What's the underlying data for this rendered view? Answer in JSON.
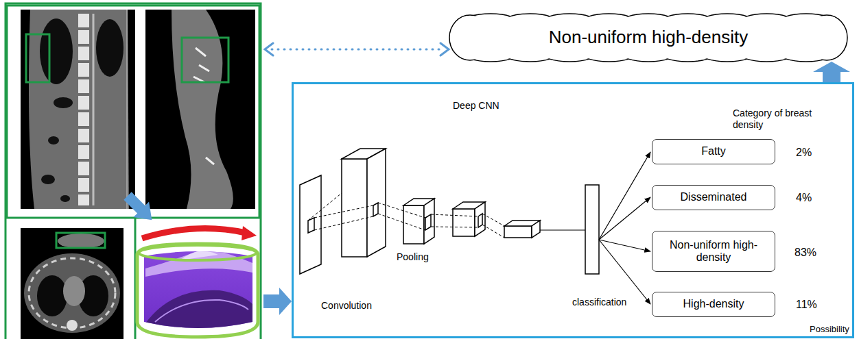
{
  "diagram": {
    "nodes": [
      {
        "text": [
          "Non-uniform high-density"
        ]
      },
      {
        "text": [
          "Deep CNN"
        ]
      },
      {
        "text": [
          "Fatty"
        ],
        "in": 1
      },
      {
        "text": [
          "Disseminated"
        ],
        "in": 1
      },
      {
        "text": [
          "Non-uniform high-density"
        ],
        "in": 1
      },
      {
        "text": [
          "High-density"
        ],
        "in": 1
      }
    ],
    "edges": [
      {
        "from": 1,
        "to": 0,
        "arrow": "to"
      }
    ],
    "labels": [
      "Category of breast density",
      "2%",
      "4%",
      "Pooling",
      "83%",
      "classification",
      "Convolution",
      "11%",
      "Possibility"
    ]
  }
}
